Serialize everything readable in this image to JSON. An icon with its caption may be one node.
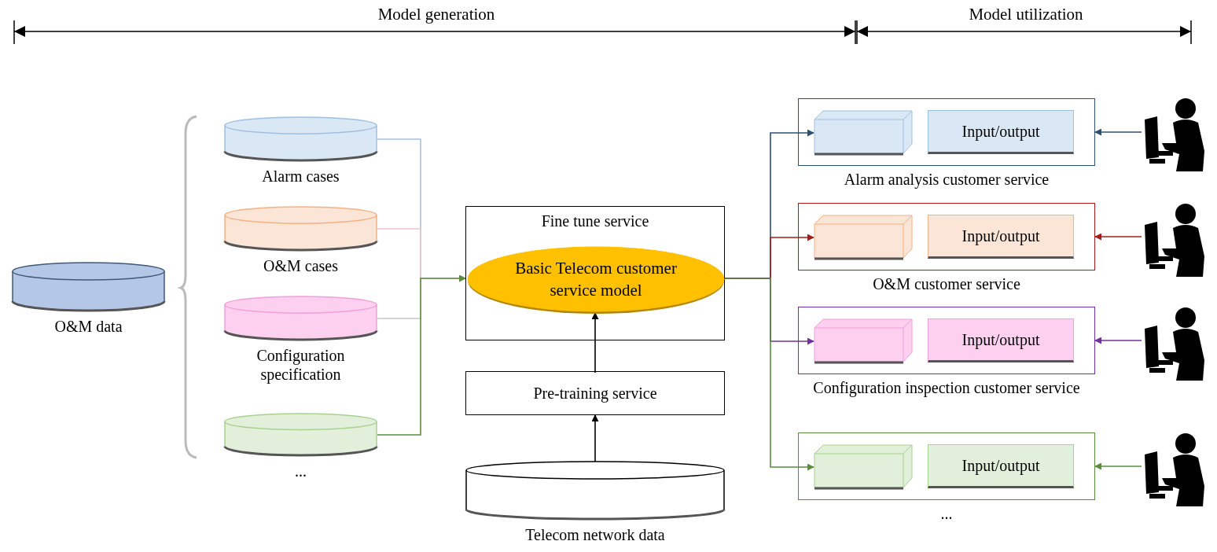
{
  "diagram": {
    "nodes": [
      {
        "text": [
          "O&M data"
        ]
      },
      {
        "text": [
          "Alarm cases"
        ]
      },
      {
        "text": [
          "O&M cases"
        ]
      },
      {
        "text": [
          "Configuration specification"
        ]
      },
      {
        "text": [
          "..."
        ]
      },
      {
        "text": [
          "Fine tune service"
        ]
      },
      {
        "text": [
          "Basic Telecom customer service model"
        ],
        "in": 5
      },
      {
        "text": [
          "Pre-training service"
        ]
      },
      {
        "text": [
          "Telecom network data"
        ]
      },
      {
        "text": [
          "Alarm analysis customer service"
        ]
      },
      {
        "text": [],
        "shape": "box",
        "in": 9
      },
      {
        "text": [
          "Input/output"
        ],
        "in": 9
      },
      {
        "text": [
          "O&M customer service"
        ]
      },
      {
        "text": [],
        "shape": "box",
        "in": 12
      },
      {
        "text": [
          "Input/output"
        ],
        "in": 12
      },
      {
        "text": [
          "Configuration inspection customer service"
        ]
      },
      {
        "text": [],
        "shape": "box",
        "in": 15
      },
      {
        "text": [
          "Input/output"
        ],
        "in": 15
      },
      {
        "text": [
          "..."
        ]
      },
      {
        "text": [],
        "shape": "box",
        "in": 18
      },
      {
        "text": [
          "Input/output"
        ],
        "in": 18
      },
      {
        "text": [],
        "shape": "person"
      },
      {
        "text": [],
        "shape": "person"
      },
      {
        "text": [],
        "shape": "person"
      },
      {
        "text": [],
        "shape": "person"
      }
    ],
    "edges": [
      {
        "from": 1,
        "to": 6,
        "arrow": "to",
        "color": "#a9c1d9"
      },
      {
        "from": 2,
        "to": 6,
        "arrow": "to",
        "color": "#f2c4cf"
      },
      {
        "from": 3,
        "to": 6,
        "arrow": "to",
        "color": "#c9c9c9"
      },
      {
        "from": 4,
        "to": 6,
        "arrow": "to",
        "color": "#5b8c3e"
      },
      {
        "from": 8,
        "to": 7,
        "arrow": "to",
        "color": "#000000"
      },
      {
        "from": 7,
        "to": 6,
        "arrow": "to",
        "color": "#000000"
      },
      {
        "from": 6,
        "to": 10,
        "arrow": "to",
        "color": "#2f4f6f"
      },
      {
        "from": 6,
        "to": 13,
        "arrow": "to",
        "color": "#a61c1c"
      },
      {
        "from": 6,
        "to": 16,
        "arrow": "to",
        "color": "#7030a0"
      },
      {
        "from": 6,
        "to": 19,
        "arrow": "to",
        "color": "#5b8c3e"
      },
      {
        "from": 21,
        "to": 9,
        "arrow": "to",
        "color": "#2f4f6f"
      },
      {
        "from": 22,
        "to": 12,
        "arrow": "to",
        "color": "#a61c1c"
      },
      {
        "from": 23,
        "to": 15,
        "arrow": "to",
        "color": "#7030a0"
      },
      {
        "from": 24,
        "to": 18,
        "arrow": "to",
        "color": "#5b8c3e"
      }
    ],
    "labels": [
      "Model generation",
      "Model utilization"
    ]
  }
}
